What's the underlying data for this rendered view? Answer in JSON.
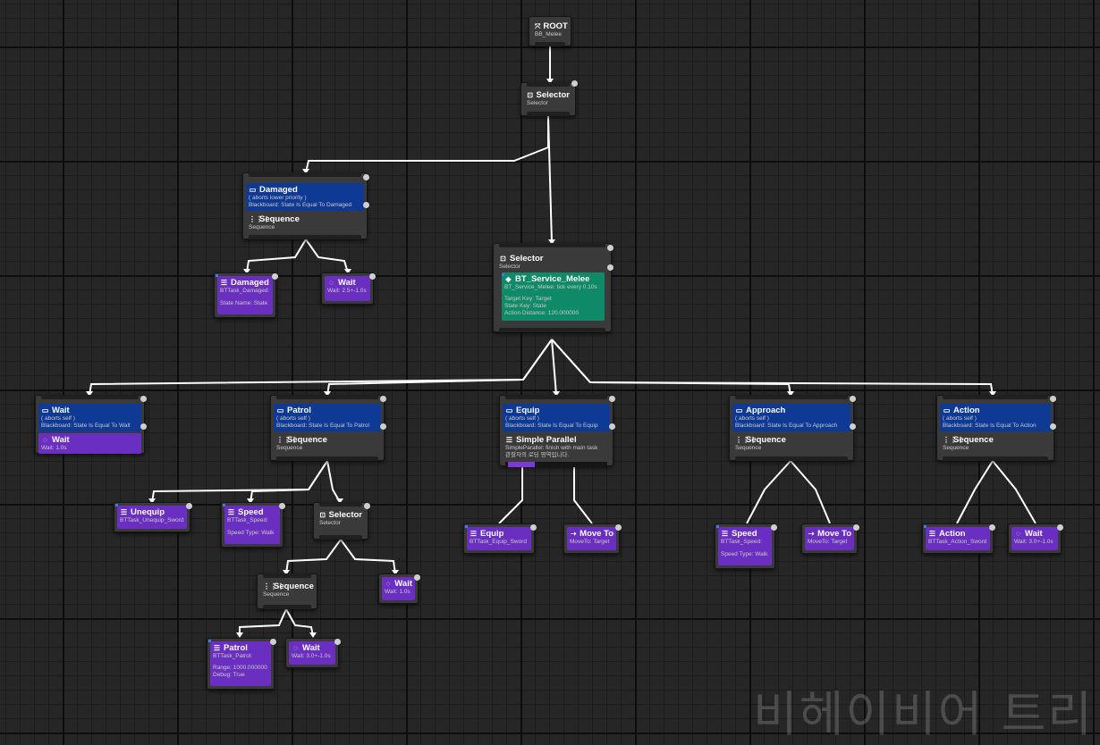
{
  "root": {
    "title": "ROOT",
    "sub": "BB_Melee"
  },
  "selector_top": {
    "title": "Selector",
    "sub": "Selector"
  },
  "damaged_branch": {
    "decorator": {
      "title": "Damaged",
      "abort": "( aborts lower priority )",
      "cond": "Blackboard: State Is Equal To Damaged"
    },
    "composite": {
      "title": "Sequence",
      "sub": "Sequence"
    },
    "task_damaged": {
      "title": "Damaged",
      "sub": "BTTask_Damaged:",
      "extra": "State Name: State"
    },
    "task_wait": {
      "title": "Wait",
      "sub": "Wait: 2.5+-1.0s"
    }
  },
  "selector_main": {
    "title": "Selector",
    "sub": "Selector",
    "service": {
      "title": "BT_Service_Melee",
      "sub": "BT_Service_Melee: tick every 0.10s",
      "l1": "Target Key: Target",
      "l2": "State Key: State",
      "l3": "Action Distance: 120.000000"
    }
  },
  "wait_branch": {
    "decorator": {
      "title": "Wait",
      "abort": "( aborts self )",
      "cond": "Blackboard: State Is Equal To Wait"
    },
    "task": {
      "title": "Wait",
      "sub": "Wait: 1.0s"
    }
  },
  "patrol_branch": {
    "decorator": {
      "title": "Patrol",
      "abort": "( aborts self )",
      "cond": "Blackboard: State Is Equal To Patrol"
    },
    "composite": {
      "title": "Sequence",
      "sub": "Sequence"
    },
    "unequip": {
      "title": "Unequip",
      "sub": "BTTask_Unequip_Sword"
    },
    "speed": {
      "title": "Speed",
      "sub": "BTTask_Speed:",
      "extra": "Speed Type: Walk"
    },
    "selector": {
      "title": "Selector",
      "sub": "Selector"
    },
    "sequence": {
      "title": "Sequence",
      "sub": "Sequence"
    },
    "wait1": {
      "title": "Wait",
      "sub": "Wait: 1.0s"
    },
    "patrol_task": {
      "title": "Patrol",
      "sub": "BTTask_Patrol:",
      "l1": "Range: 1000.000000",
      "l2": "Debug: True"
    },
    "wait2": {
      "title": "Wait",
      "sub": "Wait: 3.0+-1.0s"
    }
  },
  "equip_branch": {
    "decorator": {
      "title": "Equip",
      "abort": "( aborts self )",
      "cond": "Blackboard: State Is Equal To Equip"
    },
    "composite": {
      "title": "Simple Parallel",
      "sub": "SimpleParallel: finish with main task",
      "desc": "관찰자의 로딩 영역입니다."
    },
    "equip_task": {
      "title": "Equip",
      "sub": "BTTask_Equip_Sword"
    },
    "moveto": {
      "title": "Move To",
      "sub": "MoveTo: Target"
    }
  },
  "approach_branch": {
    "decorator": {
      "title": "Approach",
      "abort": "( aborts self )",
      "cond": "Blackboard: State Is Equal To Approach"
    },
    "composite": {
      "title": "Sequence",
      "sub": "Sequence"
    },
    "speed": {
      "title": "Speed",
      "sub": "BTTask_Speed:",
      "extra": "Speed Type: Walk"
    },
    "moveto": {
      "title": "Move To",
      "sub": "MoveTo: Target"
    }
  },
  "action_branch": {
    "decorator": {
      "title": "Action",
      "abort": "( aborts self )",
      "cond": "Blackboard: State Is Equal To Action"
    },
    "composite": {
      "title": "Sequence",
      "sub": "Sequence"
    },
    "action_task": {
      "title": "Action",
      "sub": "BTTask_Action_Sword"
    },
    "wait": {
      "title": "Wait",
      "sub": "Wait: 3.0+-1.0s"
    }
  },
  "watermark": "비헤이비어 트리",
  "icons": {
    "root": "root-icon",
    "selector": "selector-icon",
    "sequence": "sequence-icon",
    "decorator": "blackboard-decorator-icon",
    "task": "task-icon",
    "wait": "wait-clock-icon",
    "service": "service-icon",
    "moveto": "move-to-icon",
    "parallel": "parallel-icon"
  },
  "colors": {
    "decorator": "#0e3a96",
    "service": "#0f8a68",
    "task": "#6a2fc0",
    "wire": "#ffffff",
    "node": "#3a3a3a"
  }
}
